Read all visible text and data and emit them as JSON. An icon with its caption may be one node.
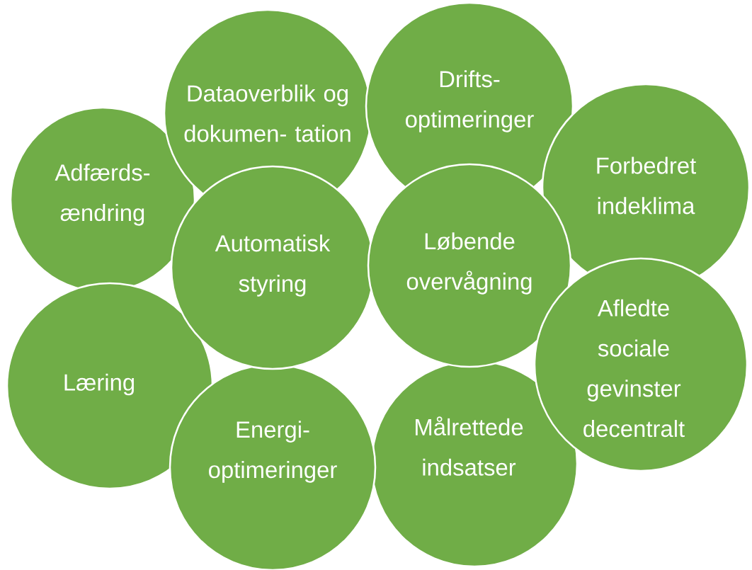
{
  "diagram": {
    "nodes": [
      {
        "text": [
          "Dataoverblik og dokumen- tation"
        ]
      },
      {
        "text": [
          "Drifts- optimeringer"
        ]
      },
      {
        "text": [
          "Adfærds- ændring"
        ]
      },
      {
        "text": [
          "Forbedret indeklima"
        ]
      },
      {
        "text": [
          "Automatisk styring"
        ]
      },
      {
        "text": [
          "Løbende overvågning"
        ]
      },
      {
        "text": [
          "Afledte sociale gevinster decentralt"
        ]
      },
      {
        "text": [
          "Læring"
        ]
      },
      {
        "text": [
          "Energi- optimeringer"
        ]
      },
      {
        "text": [
          "Målrettede indsatser"
        ]
      }
    ]
  }
}
